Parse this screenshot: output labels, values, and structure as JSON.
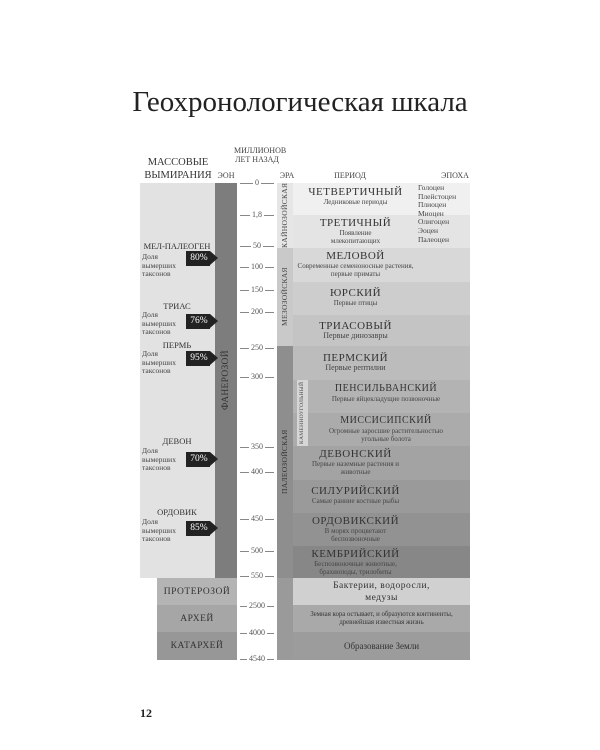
{
  "title": "Геохронологическая шкала",
  "headers": {
    "extinctions": "МАССОВЫЕ ВЫМИРАНИЯ",
    "eon": "ЭОН",
    "mya": "МИЛЛИОНОВ ЛЕТ НАЗАД",
    "era": "ЭРА",
    "period": "ПЕРИОД",
    "epoch": "ЭПОХА"
  },
  "eon": "ФАНЕРОЗОЙ",
  "eras": {
    "cenozoic": "КАЙНОЗОЙСКАЯ",
    "mesozoic": "МЕЗОЗОЙСКАЯ",
    "paleozoic": "ПАЛЕОЗОЙСКАЯ",
    "carboniferous": "КАМЕННОУГОЛЬНЫЙ"
  },
  "ticks": [
    "0",
    "1,8",
    "50",
    "100",
    "150",
    "200",
    "250",
    "300",
    "350",
    "400",
    "450",
    "500",
    "550",
    "2500",
    "4000",
    "4540"
  ],
  "periods": [
    {
      "name": "ЧЕТВЕРТИЧНЫЙ",
      "desc": "Ледниковые периоды"
    },
    {
      "name": "ТРЕТИЧНЫЙ",
      "desc": "Появление млекопитающих"
    },
    {
      "name": "МЕЛОВОЙ",
      "desc": "Современные семеноносные растения, первые приматы"
    },
    {
      "name": "ЮРСКИЙ",
      "desc": "Первые птицы"
    },
    {
      "name": "ТРИАСОВЫЙ",
      "desc": "Первые динозавры"
    },
    {
      "name": "ПЕРМСКИЙ",
      "desc": "Первые рептилии"
    },
    {
      "name": "ПЕНСИЛЬВАНСКИЙ",
      "desc": "Первые яйцекладущие позвоночные"
    },
    {
      "name": "МИССИСИПСКИЙ",
      "desc": "Огромные заросшие растительностью угольные болота"
    },
    {
      "name": "ДЕВОНСКИЙ",
      "desc": "Первые наземные растения и животные"
    },
    {
      "name": "СИЛУРИЙСКИЙ",
      "desc": "Самые ранние костные рыбы"
    },
    {
      "name": "ОРДОВИКСКИЙ",
      "desc": "В морях процветают беспозвоночные"
    },
    {
      "name": "КЕМБРИЙСКИЙ",
      "desc": "Беспозвоночные животные, брахиоподы, трилобиты"
    }
  ],
  "epochs": [
    "Голоцен",
    "Плейстоцен",
    "Плиоцен",
    "Миоцен",
    "Олигоцен",
    "Эоцен",
    "Палеоцен"
  ],
  "extinction_sub": "Доля вымерших таксонов",
  "extinctions": [
    {
      "name": "МЕЛ-ПАЛЕОГЕН",
      "pct": "80%"
    },
    {
      "name": "ТРИАС",
      "pct": "76%"
    },
    {
      "name": "ПЕРМЬ",
      "pct": "95%"
    },
    {
      "name": "ДЕВОН",
      "pct": "70%"
    },
    {
      "name": "ОРДОВИК",
      "pct": "85%"
    }
  ],
  "precambrian": [
    {
      "eon": "ПРОТЕРОЗОЙ",
      "desc": "Бактерии, водоросли, медузы"
    },
    {
      "eon": "АРХЕЙ",
      "desc": "Земная кора остывает, и образуются континенты, древнейшая известная жизнь"
    },
    {
      "eon": "КАТАРХЕЙ",
      "desc": "Образование Земли"
    }
  ],
  "page_number": "12"
}
